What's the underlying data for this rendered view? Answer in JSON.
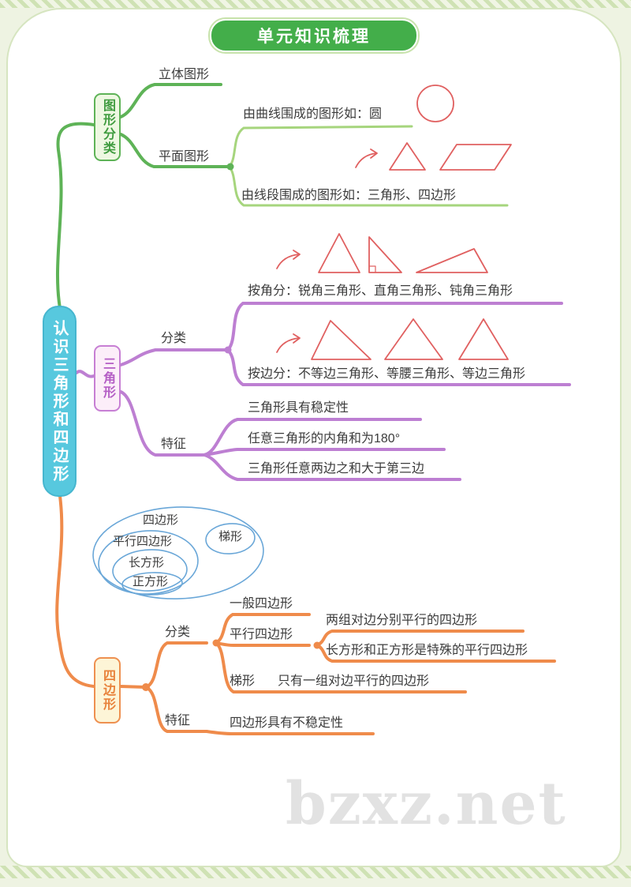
{
  "page": {
    "title": "单元知识梳理",
    "watermark": "bzxz.net"
  },
  "root": {
    "label": "认识三角形和四边形"
  },
  "colors": {
    "green": "#5eb357",
    "pale_green": "#a6d57d",
    "purple": "#bd7fd2",
    "orange": "#ef8b4b",
    "cyan": "#57c8de",
    "red_sketch": "#e06060",
    "blue_venn": "#6aa7d8",
    "badge_green": "#43ae4a",
    "watermark_gray": "#e2e2e2"
  },
  "branches": {
    "shapes": {
      "label": "图形分类",
      "children": {
        "solid": "立体图形",
        "plane": "平面图形",
        "curve_desc": "由曲线围成的图形如：圆",
        "segment_desc": "由线段围成的图形如：三角形、四边形"
      }
    },
    "triangle": {
      "label": "三角形",
      "classify_label": "分类",
      "feature_label": "特征",
      "by_angle": "按角分：锐角三角形、直角三角形、钝角三角形",
      "by_side": "按边分：不等边三角形、等腰三角形、等边三角形",
      "features": [
        "三角形具有稳定性",
        "任意三角形的内角和为180°",
        "三角形任意两边之和大于第三边"
      ]
    },
    "quad": {
      "label": "四边形",
      "classify_label": "分类",
      "feature_label": "特征",
      "general": "一般四边形",
      "parallelogram": "平行四边形",
      "para_desc1": "两组对边分别平行的四边形",
      "para_desc2": "长方形和正方形是特殊的平行四边形",
      "trapezoid": "梯形",
      "trap_desc": "只有一组对边平行的四边形",
      "feature": "四边形具有不稳定性"
    }
  },
  "venn": {
    "quad": "四边形",
    "parallelogram": "平行四边形",
    "rectangle": "长方形",
    "square": "正方形",
    "trapezoid": "梯形"
  }
}
